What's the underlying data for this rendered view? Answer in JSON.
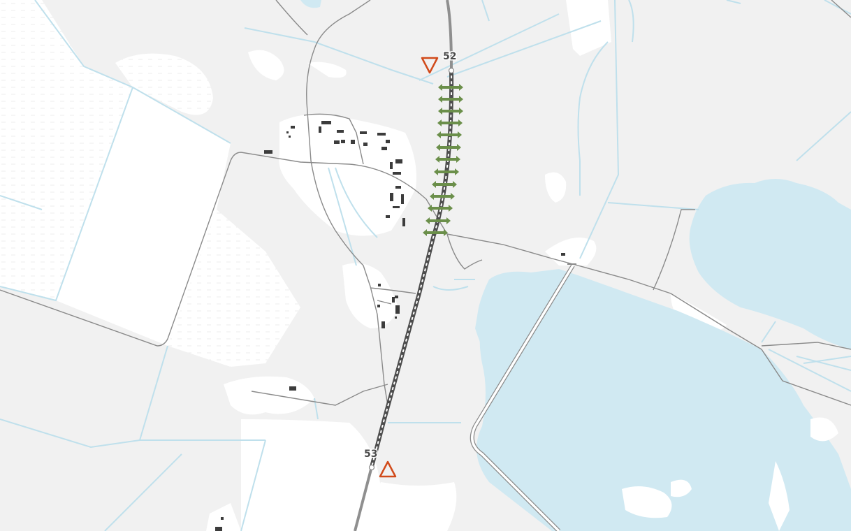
{
  "map": {
    "colors": {
      "land": "#f1f1f1",
      "open_area": "#ffffff",
      "water": "#d0e9f2",
      "waterway": "#bfe0ec",
      "road": "#8a8a8a",
      "railway_dark": "#4d4d4d",
      "railway_light": "#ffffff",
      "highway": "#8f8f8f",
      "building": "#3c3c3c",
      "restriction": "#6b8f4a",
      "marker": "#d14a1a"
    },
    "markers": [
      {
        "id": "km-52",
        "label": "52",
        "icon": "triangle-down-icon"
      },
      {
        "id": "km-53",
        "label": "53",
        "icon": "triangle-up-icon"
      }
    ],
    "restriction_icon": "double-arrow-icon"
  }
}
